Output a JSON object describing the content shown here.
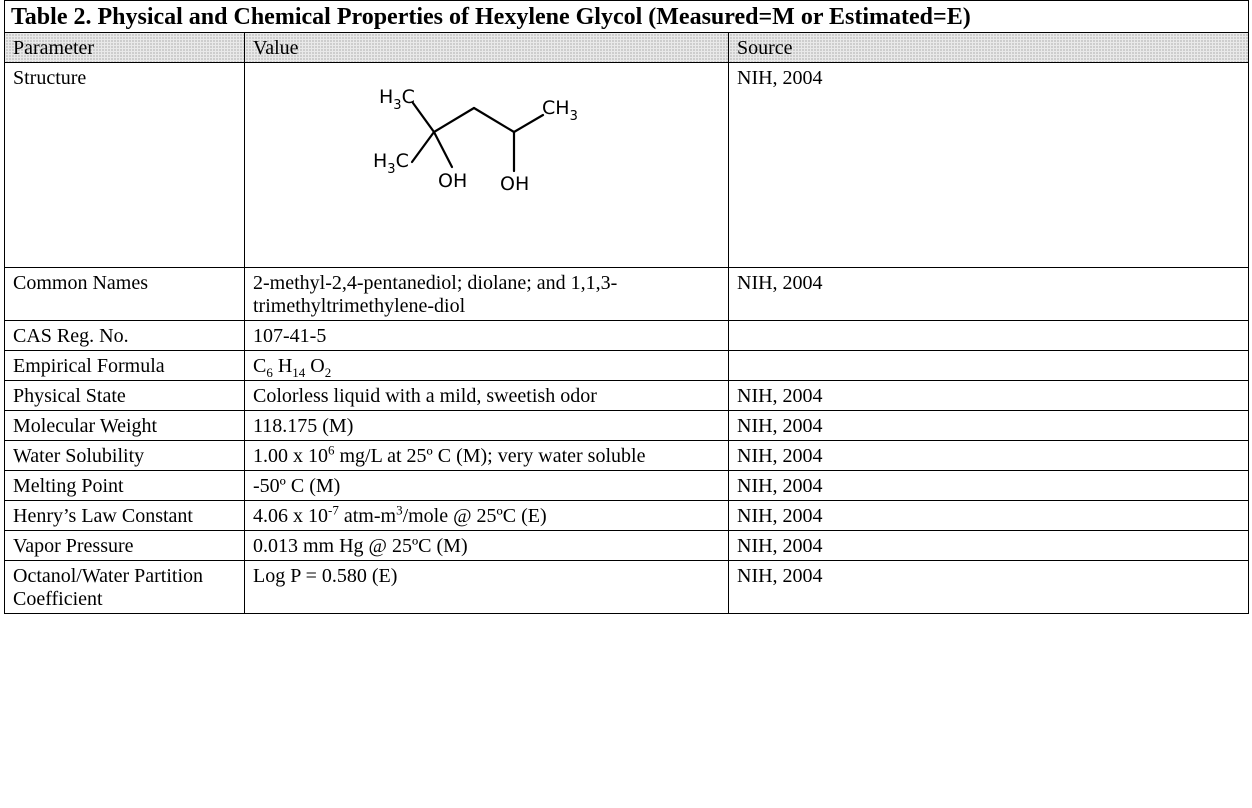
{
  "table": {
    "caption": "Table 2. Physical and Chemical Properties of Hexylene Glycol (Measured=M or Estimated=E)",
    "headers": {
      "parameter": "Parameter",
      "value": "Value",
      "source": "Source"
    },
    "structure": {
      "parameter": "Structure",
      "labels": {
        "h3c_top": "H",
        "h3c_bottom": "H",
        "ch3": "CH",
        "sub3": "3",
        "c": "C",
        "oh1": "OH",
        "oh2": "OH"
      },
      "source": "NIH, 2004"
    },
    "rows": [
      {
        "parameter": "Common Names",
        "value": "2-methyl-2,4-pentanediol; diolane; and 1,1,3-trimethyltrimethylene-diol",
        "source": "NIH, 2004"
      },
      {
        "parameter": "CAS Reg. No.",
        "value": "107-41-5",
        "source": ""
      },
      {
        "parameter": "Empirical Formula",
        "value_parts": {
          "c": "C",
          "c_sub": "6",
          "h": " H",
          "h_sub": "14",
          "o": " O",
          "o_sub": "2"
        },
        "source": ""
      },
      {
        "parameter": "Physical State",
        "value": "Colorless liquid with a mild, sweetish odor",
        "source": "NIH, 2004"
      },
      {
        "parameter": "Molecular Weight",
        "value": "118.175 (M)",
        "source": "NIH, 2004"
      },
      {
        "parameter": "Water Solubility",
        "value_parts": {
          "a": "1.00 x 10",
          "sup": "6",
          "b": " mg/L at 25º C  (M); very water soluble"
        },
        "source": "NIH, 2004"
      },
      {
        "parameter": "Melting Point",
        "value": "-50º C (M)",
        "source": "NIH, 2004"
      },
      {
        "parameter": "Henry’s Law Constant",
        "value_parts": {
          "a": "4.06 x 10",
          "sup1": "-7",
          "b": " atm-m",
          "sup2": "3",
          "c": "/mole @ 25ºC (E)"
        },
        "source": "NIH, 2004"
      },
      {
        "parameter": "Vapor Pressure",
        "value": "0.013 mm Hg @ 25ºC (M)",
        "source": "NIH, 2004"
      },
      {
        "parameter": "Octanol/Water Partition Coefficient",
        "value": "Log P = 0.580 (E)",
        "source": "NIH, 2004"
      }
    ]
  }
}
